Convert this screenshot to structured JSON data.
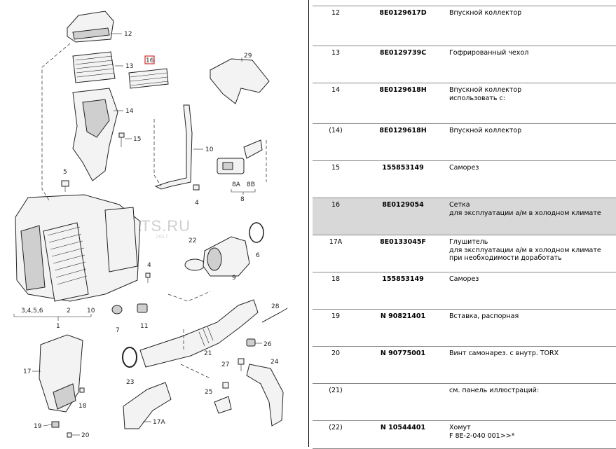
{
  "diagram": {
    "callouts": {
      "c12": "12",
      "c13": "13",
      "c14": "14",
      "c15": "15",
      "c16": "16",
      "c29": "29",
      "c10": "10",
      "c5": "5",
      "c8A": "8A",
      "c8B": "8B",
      "c8": "8",
      "c4a": "4",
      "c4b": "4",
      "c22": "22",
      "c6": "6",
      "c9": "9",
      "c3456": "3,4,5,6",
      "c2": "2",
      "c10b": "10",
      "c1": "1",
      "c7": "7",
      "c11": "11",
      "c28": "28",
      "c26": "26",
      "c17": "17",
      "c18": "18",
      "c23": "23",
      "c21": "21",
      "c27": "27",
      "c24": "24",
      "c25": "25",
      "c17A": "17A",
      "c19": "19",
      "c20": "20"
    },
    "watermark": "WWW.ELCATS.RU",
    "watermark_small": "2017"
  },
  "table": {
    "rows": [
      {
        "pos": "12",
        "number": "8E0129617D",
        "desc": [
          "Впускной коллектор"
        ],
        "highlight": false
      },
      {
        "pos": "13",
        "number": "8E0129739C",
        "desc": [
          "Гофрированный чехол"
        ],
        "highlight": false
      },
      {
        "pos": "14",
        "number": "8E0129618H",
        "desc": [
          "Впускной коллектор",
          "использовать с:"
        ],
        "highlight": false
      },
      {
        "pos": "(14)",
        "number": "8E0129618H",
        "desc": [
          "Впускной коллектор"
        ],
        "highlight": false
      },
      {
        "pos": "15",
        "number": "155853149",
        "desc": [
          "Саморез"
        ],
        "highlight": false
      },
      {
        "pos": "16",
        "number": "8E0129054",
        "desc": [
          "Сетка",
          "для эксплуатации а/м в холодном климате"
        ],
        "highlight": true
      },
      {
        "pos": "17A",
        "number": "8E0133045F",
        "desc": [
          "Глушитель",
          "для эксплуатации а/м в холодном климате",
          "при необходимости доработать"
        ],
        "highlight": false
      },
      {
        "pos": "18",
        "number": "155853149",
        "desc": [
          "Саморез"
        ],
        "highlight": false
      },
      {
        "pos": "19",
        "number": "N 90821401",
        "desc": [
          "Вставка, распорная"
        ],
        "highlight": false
      },
      {
        "pos": "20",
        "number": "N 90775001",
        "desc": [
          "Винт самонарез. с внутр. TORX"
        ],
        "highlight": false
      },
      {
        "pos": "(21)",
        "number": "",
        "desc": [
          "см. панель иллюстраций:"
        ],
        "highlight": false
      },
      {
        "pos": "(22)",
        "number": "N 10544401",
        "desc": [
          "Хомут",
          "F 8E-2-040 001>>*"
        ],
        "highlight": false
      }
    ]
  }
}
